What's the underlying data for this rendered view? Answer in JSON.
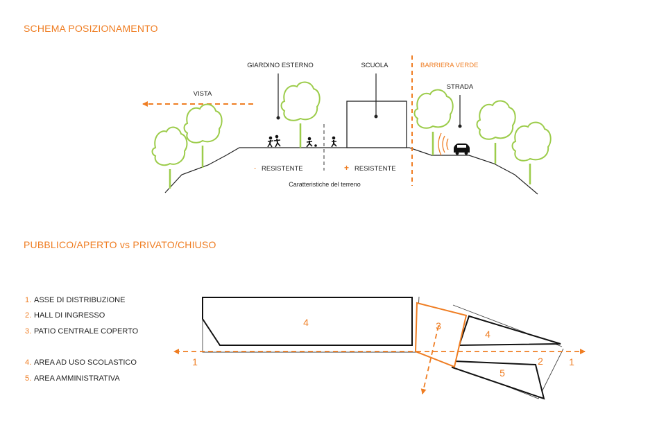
{
  "section1": {
    "title": "SCHEMA POSIZIONAMENTO",
    "labels": {
      "vista": "VISTA",
      "giardino": "GIARDINO ESTERNO",
      "scuola": "SCUOLA",
      "barriera": "BARRIERA VERDE",
      "strada": "STRADA",
      "minus_sign": "-",
      "minus_text": "RESISTENTE",
      "plus_sign": "+",
      "plus_text": "RESISTENTE",
      "terreno": "Caratteristiche del terreno"
    }
  },
  "section2": {
    "title": "PUBBLICO/APERTO vs PRIVATO/CHIUSO",
    "legend": [
      {
        "num": "1.",
        "text": "ASSE DI DISTRIBUZIONE"
      },
      {
        "num": "2.",
        "text": "HALL DI INGRESSO"
      },
      {
        "num": "3.",
        "text": "PATIO CENTRALE COPERTO"
      },
      {
        "num": "4.",
        "text": "AREA AD USO SCOLASTICO"
      },
      {
        "num": "5.",
        "text": "AREA AMMINISTRATIVA"
      }
    ],
    "plan_numbers": {
      "axis_left": "1",
      "axis_right": "1",
      "block_left": "4",
      "patio": "3",
      "block_right": "4",
      "hall": "2",
      "admin": "5"
    }
  },
  "colors": {
    "accent": "#ef7d22",
    "tree": "#9ccc4a",
    "line": "#222222"
  }
}
